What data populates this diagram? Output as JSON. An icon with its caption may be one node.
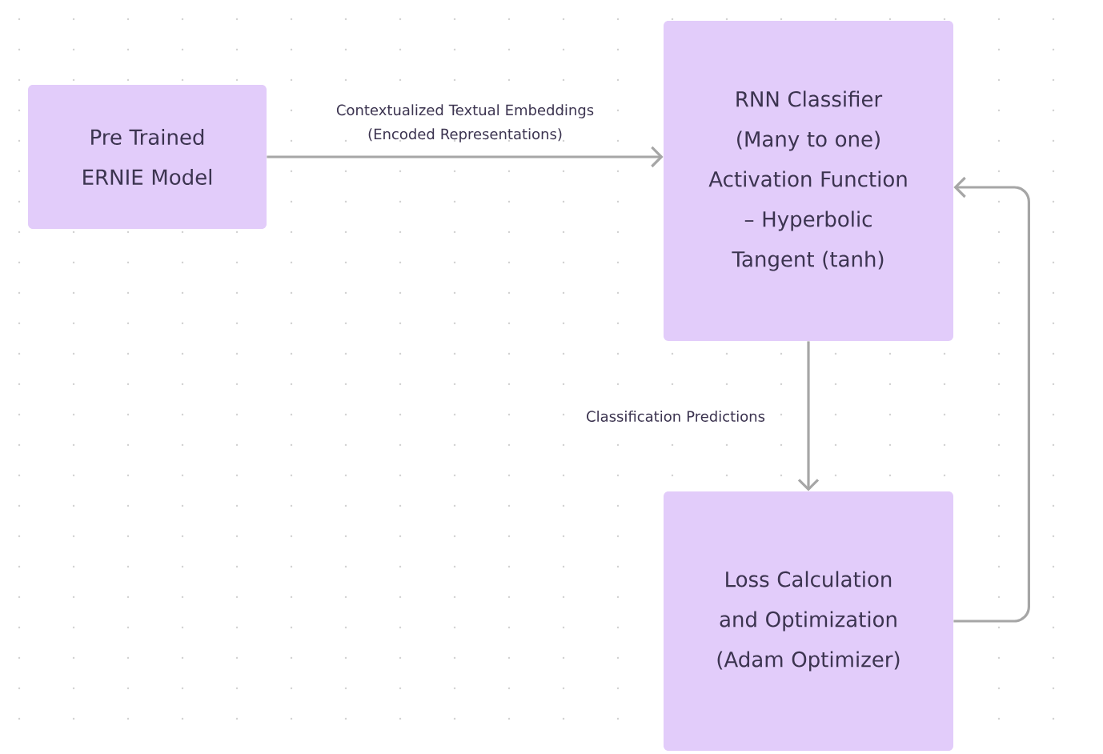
{
  "diagram": {
    "nodes": [
      {
        "text": [
          "Pre Trained ERNIE Model"
        ]
      },
      {
        "text": [
          "RNN Classifier (Many to one) Activation Function – Hyperbolic Tangent (tanh)"
        ]
      },
      {
        "text": [
          "Loss Calculation and Optimization (Adam Optimizer)"
        ]
      }
    ],
    "edges": [
      {
        "from": 0,
        "to": 1,
        "arrow": "to",
        "label": "Contextualized Textual Embeddings (Encoded Representations)"
      },
      {
        "from": 1,
        "to": 2,
        "arrow": "to",
        "label": "Classification Predictions"
      },
      {
        "from": 2,
        "to": 1,
        "arrow": "to"
      }
    ]
  }
}
